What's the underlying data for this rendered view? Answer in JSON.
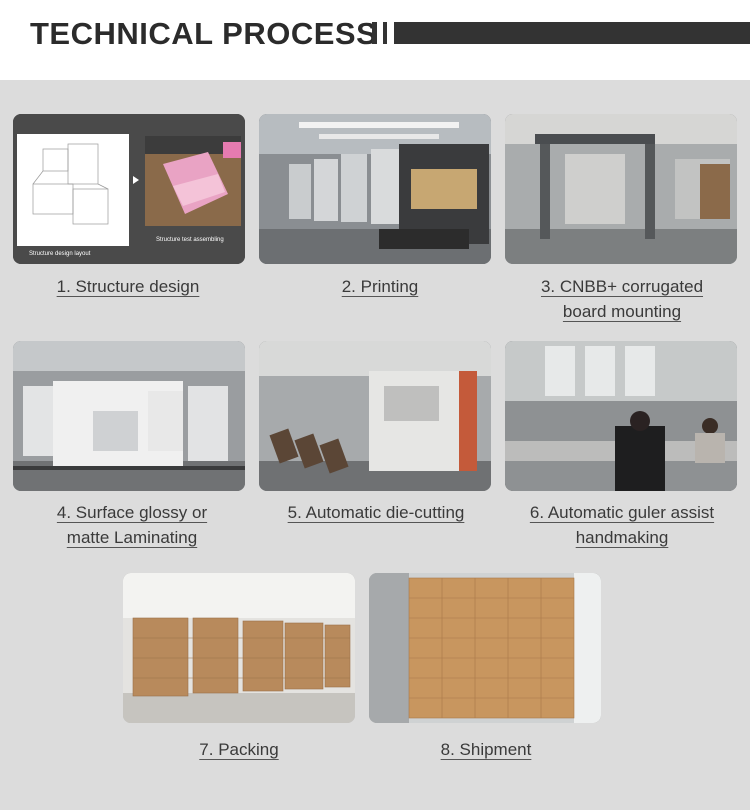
{
  "header": {
    "title": "TECHNICAL PROCESS"
  },
  "steps": [
    {
      "label": "1. Structure design",
      "sub_left": "Structure design layout",
      "sub_right": "Structure test assembling"
    },
    {
      "label": "2. Printing"
    },
    {
      "label": "3. CNBB+ corrugated",
      "label2": "board mounting"
    },
    {
      "label": "4. Surface glossy or",
      "label2": "matte Laminating"
    },
    {
      "label": "5. Automatic die-cutting"
    },
    {
      "label": "6. Automatic guler assist",
      "label2": "handmaking"
    },
    {
      "label": "7. Packing"
    },
    {
      "label": "8. Shipment"
    }
  ],
  "colors": {
    "header_bar": "#333333",
    "background": "#dcdcdc",
    "title": "#2b2b2b"
  }
}
